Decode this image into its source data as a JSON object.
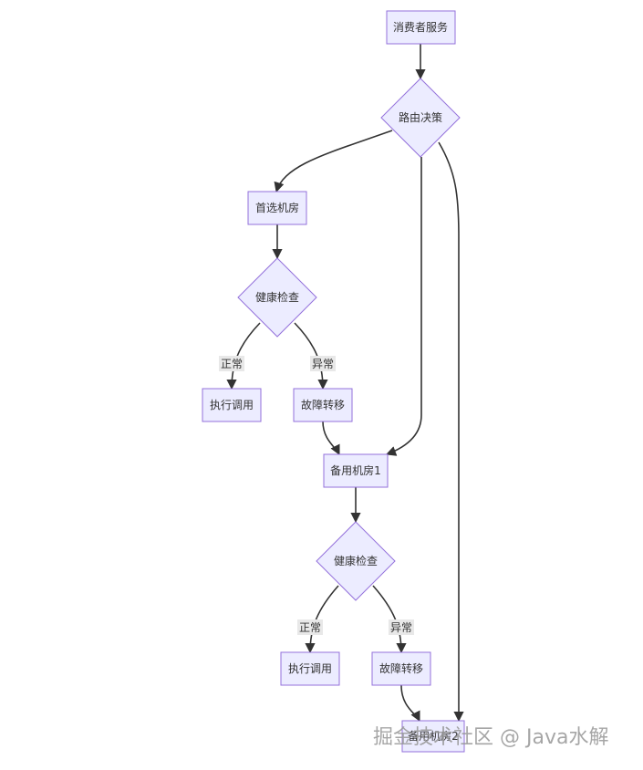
{
  "nodes": {
    "consumer": "消费者服务",
    "route": "路由决策",
    "primary_dc": "首选机房",
    "health1": "健康检查",
    "exec1": "执行调用",
    "failover1": "故障转移",
    "backup_dc1": "备用机房1",
    "health2": "健康检查",
    "exec2": "执行调用",
    "failover2": "故障转移",
    "backup_dc2": "备用机房2"
  },
  "edge_labels": {
    "normal1": "正常",
    "abnormal1": "异常",
    "normal2": "正常",
    "abnormal2": "异常"
  },
  "watermark": "掘金技术社区 @ Java水解",
  "colors": {
    "node_fill": "#ececff",
    "node_stroke": "#9370db",
    "edge": "#333333"
  }
}
